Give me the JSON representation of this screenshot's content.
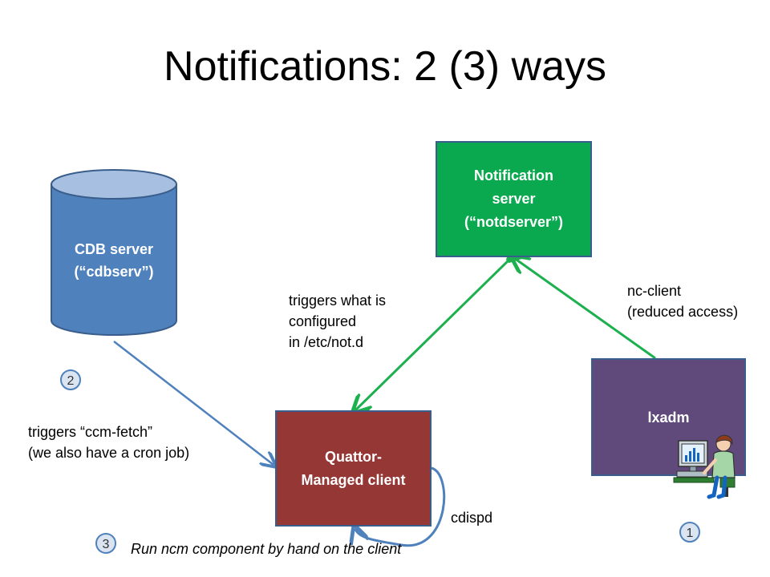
{
  "slide": {
    "title": "Notifications: 2 (3) ways"
  },
  "nodes": {
    "cdb_server": {
      "line1": "CDB server",
      "line2": "(“cdbserv”)",
      "color": "#4f81bd"
    },
    "notification_server": {
      "line1": "Notification",
      "line2": "server",
      "line3": "(“notdserver”)",
      "color": "#0aa84f"
    },
    "quattor_client": {
      "line1": "Quattor-",
      "line2": "Managed client",
      "color": "#953735"
    },
    "lxadm": {
      "label": "lxadm",
      "color": "#604a7b",
      "icon": "person-at-computer-icon"
    }
  },
  "labels": {
    "triggers_configured": {
      "line1": "triggers what is",
      "line2": "configured",
      "line3": "in /etc/not.d"
    },
    "nc_client": {
      "line1": "nc-client",
      "line2": "(reduced access)"
    },
    "ccm_fetch": {
      "line1": "triggers “ccm-fetch”",
      "line2": "(we also have a cron job)"
    },
    "cdispd": "cdispd",
    "run_ncm": "Run ncm component by hand on the client"
  },
  "badges": {
    "one": "1",
    "two": "2",
    "three": "3"
  },
  "colors": {
    "green_arrow": "#1db04f",
    "blue_arrow": "#4f81bd"
  }
}
